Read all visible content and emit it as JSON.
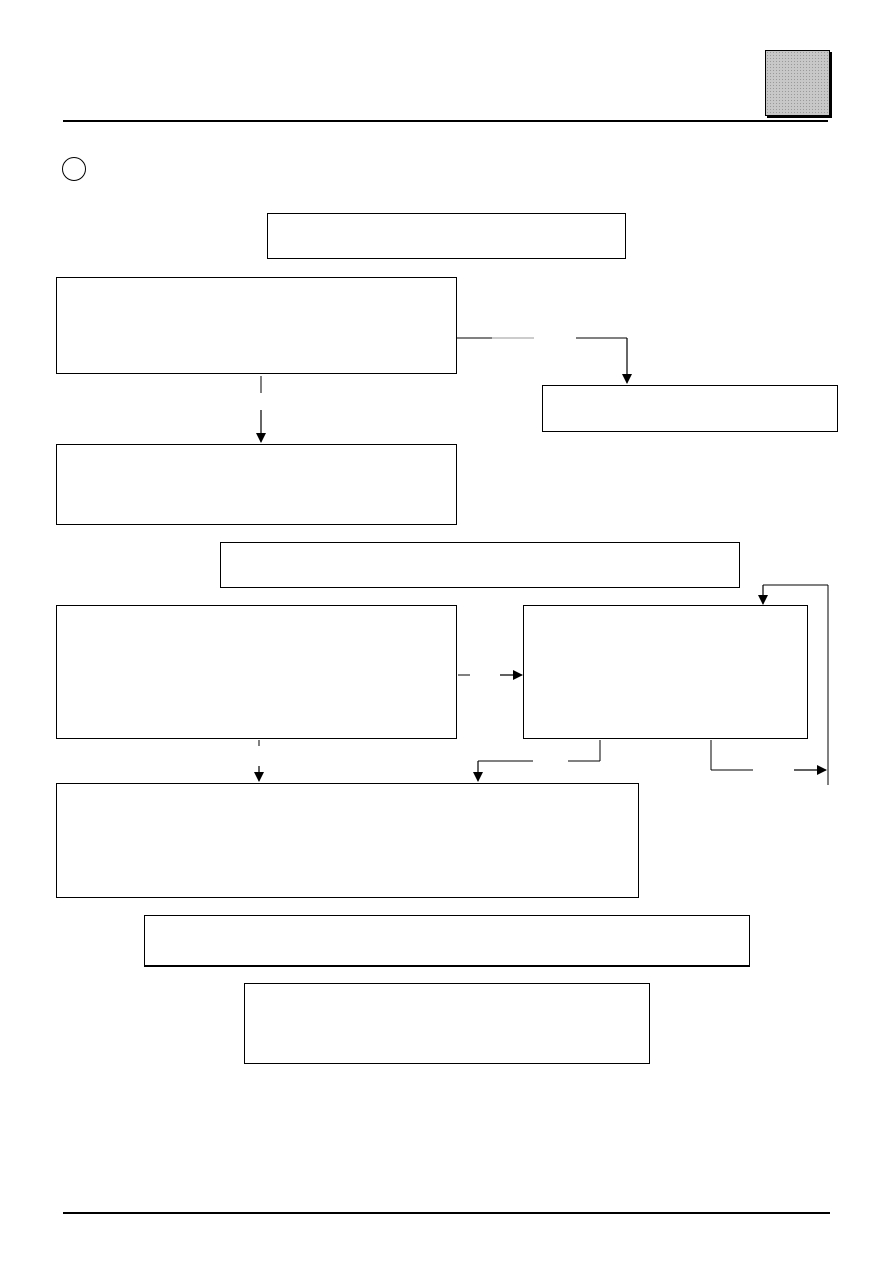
{
  "page": {
    "header_rule": "top-rule",
    "footer_rule": "bottom-rule"
  },
  "flowchart": {
    "boxes": [
      {
        "id": "box-title",
        "text": ""
      },
      {
        "id": "box-step-1",
        "text": ""
      },
      {
        "id": "box-branch-right",
        "text": ""
      },
      {
        "id": "box-step-2",
        "text": ""
      },
      {
        "id": "box-banner",
        "text": ""
      },
      {
        "id": "box-step-3",
        "text": ""
      },
      {
        "id": "box-step-3-alt",
        "text": ""
      },
      {
        "id": "box-step-4",
        "text": ""
      },
      {
        "id": "box-summary",
        "text": ""
      },
      {
        "id": "box-final",
        "text": ""
      }
    ],
    "connector_labels": []
  }
}
